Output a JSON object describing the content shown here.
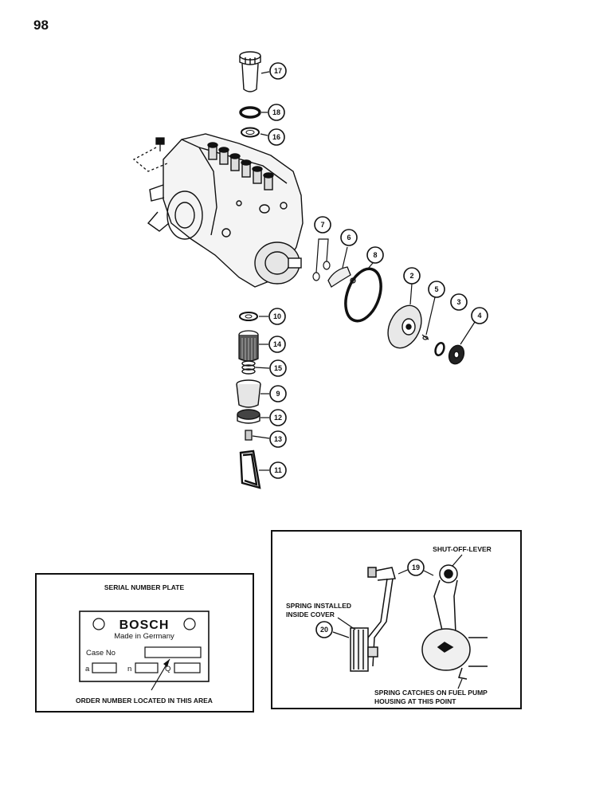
{
  "page_number": "98",
  "callouts": [
    {
      "id": "17",
      "label": "17"
    },
    {
      "id": "18",
      "label": "18"
    },
    {
      "id": "16",
      "label": "16"
    },
    {
      "id": "7",
      "label": "7"
    },
    {
      "id": "6",
      "label": "6"
    },
    {
      "id": "8",
      "label": "8"
    },
    {
      "id": "2",
      "label": "2"
    },
    {
      "id": "5",
      "label": "5"
    },
    {
      "id": "3",
      "label": "3"
    },
    {
      "id": "4",
      "label": "4"
    },
    {
      "id": "10",
      "label": "10"
    },
    {
      "id": "14",
      "label": "14"
    },
    {
      "id": "15",
      "label": "15"
    },
    {
      "id": "9",
      "label": "9"
    },
    {
      "id": "12",
      "label": "12"
    },
    {
      "id": "13",
      "label": "13"
    },
    {
      "id": "11",
      "label": "11"
    },
    {
      "id": "19",
      "label": "19"
    },
    {
      "id": "20",
      "label": "20"
    }
  ],
  "serial_plate": {
    "title": "SERIAL NUMBER PLATE",
    "brand": "BOSCH",
    "made_in": "Made in Germany",
    "case_no": "Case No",
    "field_a": "a",
    "field_n": "n",
    "field_q": "Q",
    "caption": "ORDER NUMBER LOCATED IN THIS AREA"
  },
  "shutoff_detail": {
    "shut_off_lever": "SHUT-OFF-LEVER",
    "spring_installed_line1": "SPRING INSTALLED",
    "spring_installed_line2": "INSIDE COVER",
    "spring_catches_line1": "SPRING CATCHES ON FUEL PUMP",
    "spring_catches_line2": "HOUSING AT THIS POINT"
  }
}
